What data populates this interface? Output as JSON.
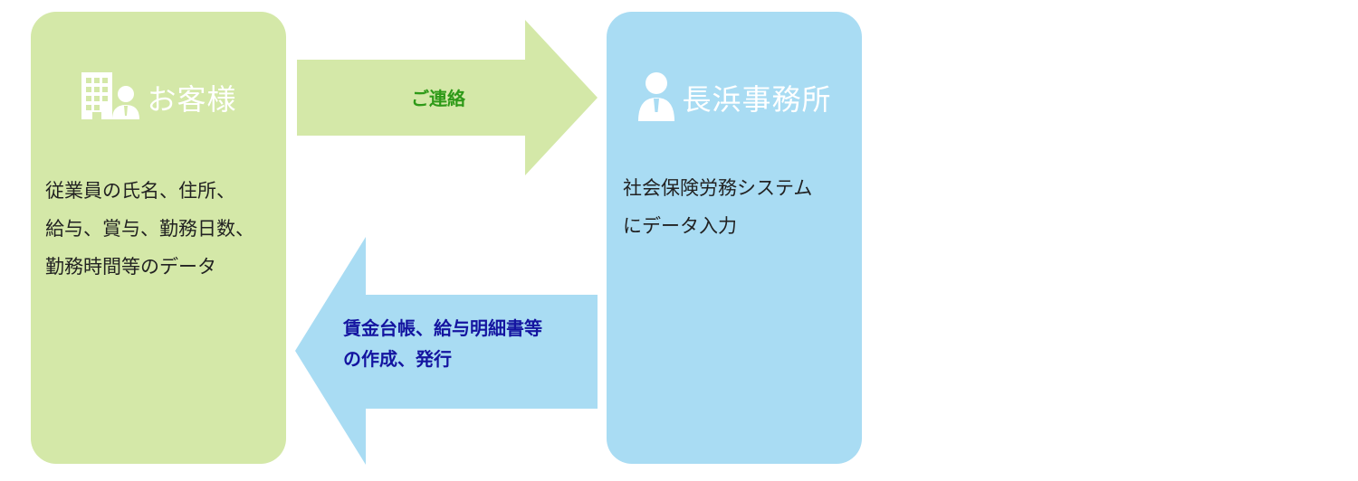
{
  "client": {
    "title": "お客様",
    "icon": "building-person-icon",
    "lines": [
      "従業員の氏名、住所、",
      "給与、賞与、勤務日数、",
      "勤務時間等のデータ"
    ]
  },
  "office": {
    "title": "長浜事務所",
    "icon": "person-icon",
    "lines": [
      "社会保険労務システム",
      "にデータ入力"
    ]
  },
  "arrow_right": {
    "label": "ご連絡"
  },
  "arrow_left": {
    "lines": [
      "賃金台帳、給与明細書等",
      "の作成、発行"
    ]
  },
  "colors": {
    "green_box": "#d4e8a8",
    "blue_box": "#a9dcf3",
    "green_label": "#2e9a18",
    "blue_label": "#1414a0"
  }
}
